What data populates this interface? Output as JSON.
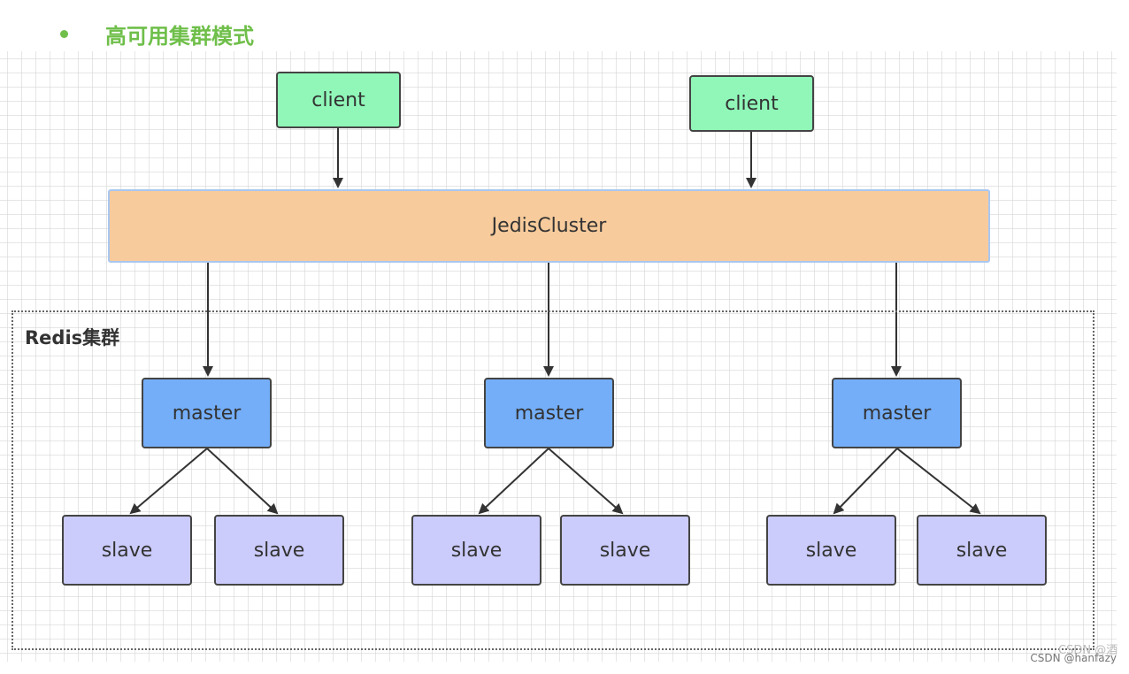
{
  "heading": {
    "title": "高可用集群模式",
    "bullet_color": "#6fbf4a"
  },
  "diagram": {
    "clients": [
      {
        "label": "client"
      },
      {
        "label": "client"
      }
    ],
    "router": {
      "label": "JedisCluster"
    },
    "cluster": {
      "label": "Redis集群",
      "shards": [
        {
          "master": "master",
          "slaves": [
            "slave",
            "slave"
          ]
        },
        {
          "master": "master",
          "slaves": [
            "slave",
            "slave"
          ]
        },
        {
          "master": "master",
          "slaves": [
            "slave",
            "slave"
          ]
        }
      ]
    },
    "colors": {
      "client": "#90f7b8",
      "router": "#f7cb9c",
      "master": "#74aef8",
      "slave": "#cbcbfc",
      "edge": "#333333"
    }
  },
  "watermark": {
    "ghost_text": "CSDN @酒",
    "text": "CSDN @hanfazy"
  }
}
